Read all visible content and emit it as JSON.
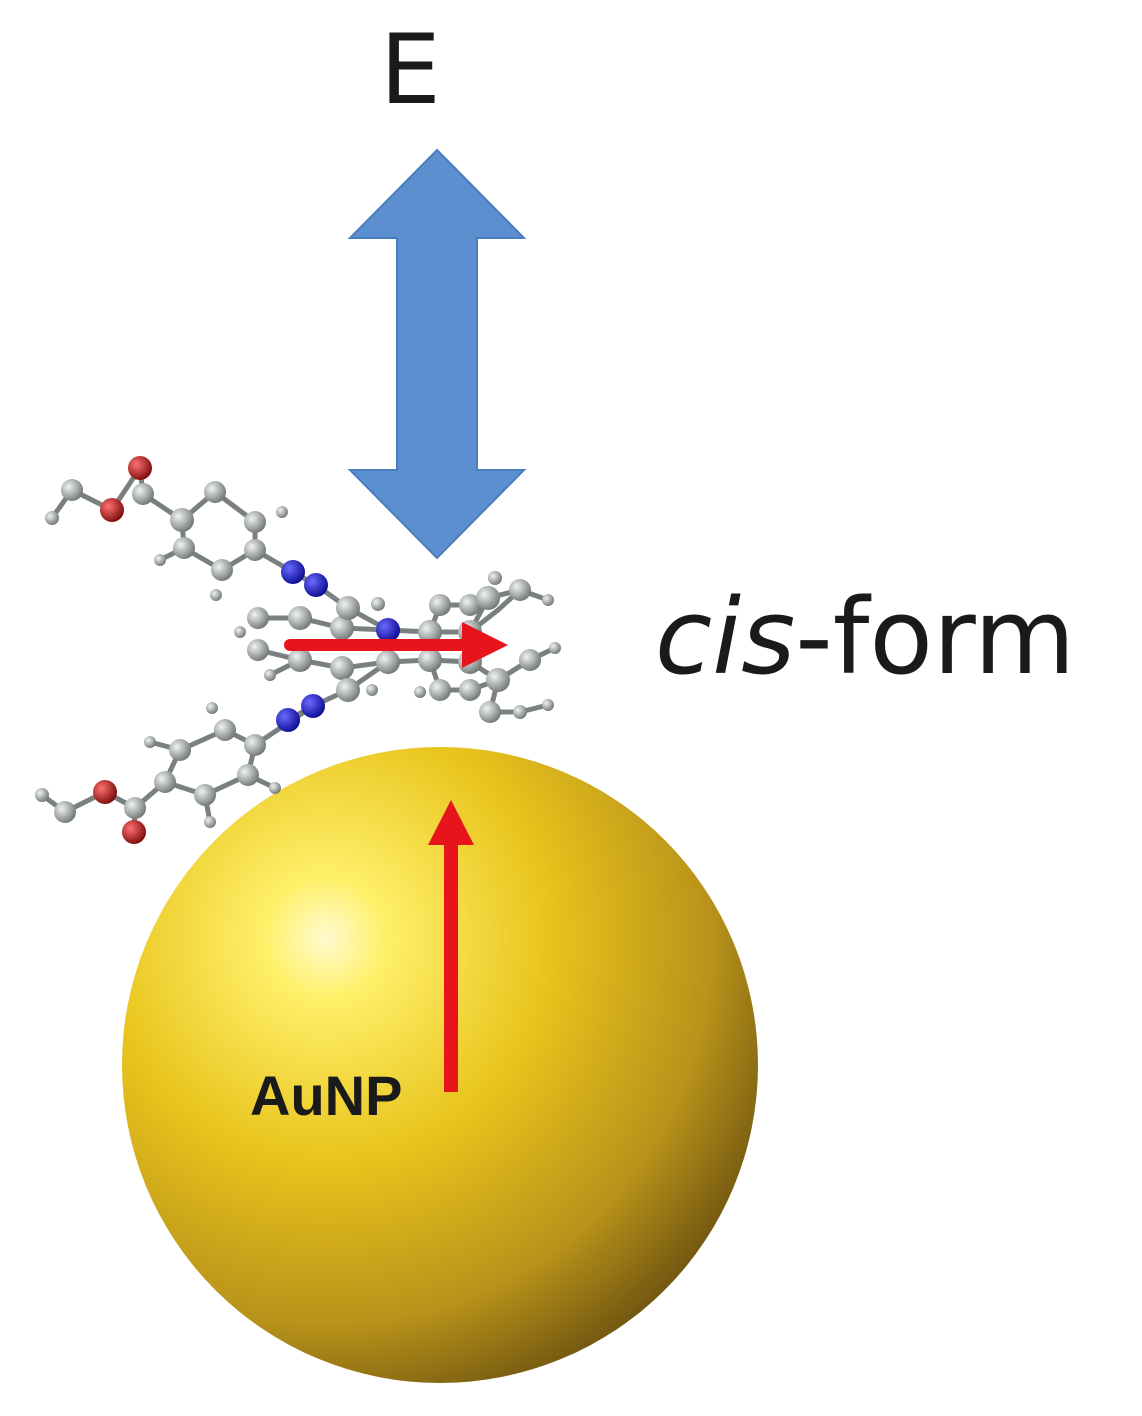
{
  "field_label": "E",
  "molecule_label_italic": "cis",
  "molecule_label_rest": "-form",
  "particle_label": "AuNP",
  "colors": {
    "field_arrow": "#5b8fd0",
    "dipole_arrow": "#e8141c",
    "gold_light": "#fff06a",
    "gold_mid": "#e8c41c",
    "gold_dark": "#8a6a10",
    "atom_carbon": "#9aa0a0",
    "atom_nitrogen": "#1a1acc",
    "atom_oxygen": "#b01818"
  },
  "icons": {
    "field": "double-headed-arrow-icon",
    "molecule": "ball-and-stick-molecule-icon",
    "particle": "gold-nanoparticle-sphere-icon"
  }
}
